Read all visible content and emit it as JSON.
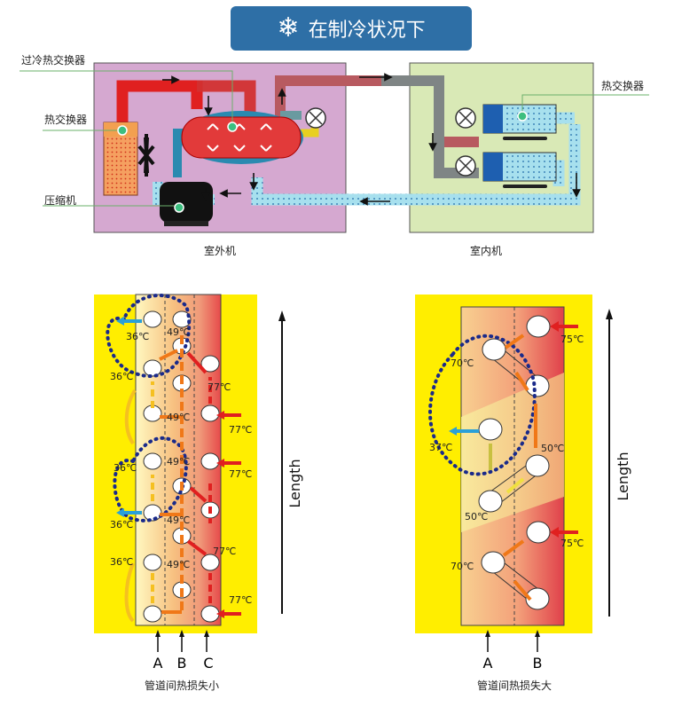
{
  "title": "在制冷状况下",
  "icons": {
    "title": "snowflake-icon"
  },
  "top": {
    "callouts": {
      "subcooling_hx": "过冷热交换器",
      "outdoor_hx": "热交换器",
      "compressor": "压缩机",
      "indoor_hx": "热交换器"
    },
    "outdoor_unit": "室外机",
    "indoor_unit": "室内机"
  },
  "left": {
    "temps": {
      "t36": "36℃",
      "t49": "49℃",
      "t77": "77℃"
    },
    "axis": "Length",
    "letters": [
      "A",
      "B",
      "C"
    ],
    "caption": "管道间热损失小"
  },
  "right": {
    "temps": {
      "t75": "75℃",
      "t70": "70℃",
      "t50": "50℃",
      "t37": "37℃"
    },
    "axis": "Length",
    "letters": [
      "A",
      "B"
    ],
    "caption": "管道间热损失大"
  },
  "colors": {
    "banner": "#2e6fa6",
    "outdoor_bg": "#d5a8d0",
    "indoor_bg": "#d9e9b6",
    "panel_yellow": "#ffee00",
    "hot": "#e02020",
    "warm": "#f07818",
    "cool": "#f5c020",
    "cold": "#2aa0d8",
    "dots": "#1a2a8a"
  }
}
